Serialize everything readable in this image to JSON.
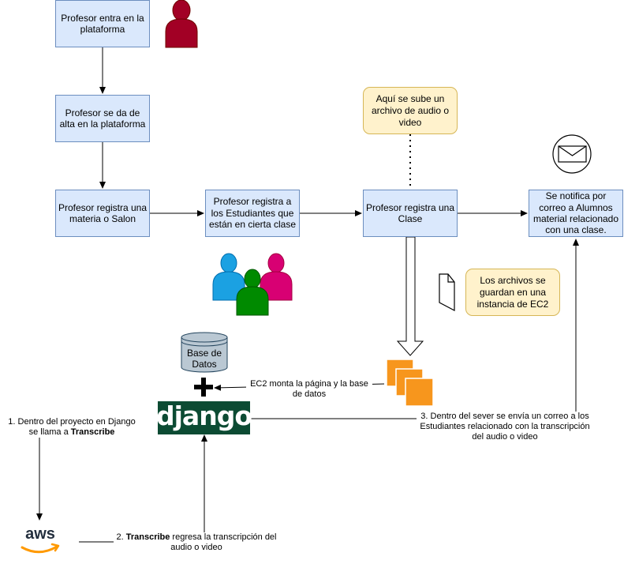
{
  "boxes": {
    "b1": "Profesor entra en la plataforma",
    "b2": "Profesor se da de alta en la plataforma",
    "b3": "Profesor registra una materia o Salon",
    "b4": "Profesor registra a los Estudiantes que están en cierta clase",
    "b5": "Profesor registra una Clase",
    "b6": "Se notifica por correo a Alumnos material relacionado con una clase."
  },
  "notes": {
    "upload": "Aquí se sube un archivo de audio o video",
    "ec2": "Los archivos se guardan en una instancia de EC2"
  },
  "database_label": "Base de Datos",
  "django_logo": "django",
  "aws_logo": "aws",
  "labels": {
    "ec2_mount": "EC2 monta la página y la base de datos",
    "step1_text": "1. Dentro del proyecto en Django se llama a ",
    "step1_bold": "Transcribe",
    "step2_num": "2. ",
    "step2_bold": "Transcribe",
    "step2_text": " regresa la transcripción del audio o video",
    "step3": "3. Dentro del sever se envía un correo a los Estudiantes relacionado con la transcripción del audio o video"
  },
  "colors": {
    "box_fill": "#dae8fc",
    "box_stroke": "#6c8ebf",
    "note_fill": "#fff2cc",
    "note_stroke": "#d6b656",
    "user_red": "#a20025",
    "user_blue": "#1ba1e2",
    "user_green": "#008a00",
    "user_pink": "#d80073",
    "ec2_orange": "#f7961d",
    "django_green": "#0c4b33",
    "db_fill": "#bac8d3"
  },
  "icons": [
    "user-icon",
    "group-icon",
    "envelope-icon",
    "file-icon",
    "database-icon",
    "plus-icon",
    "ec2-instances-icon",
    "django-logo",
    "aws-logo"
  ]
}
